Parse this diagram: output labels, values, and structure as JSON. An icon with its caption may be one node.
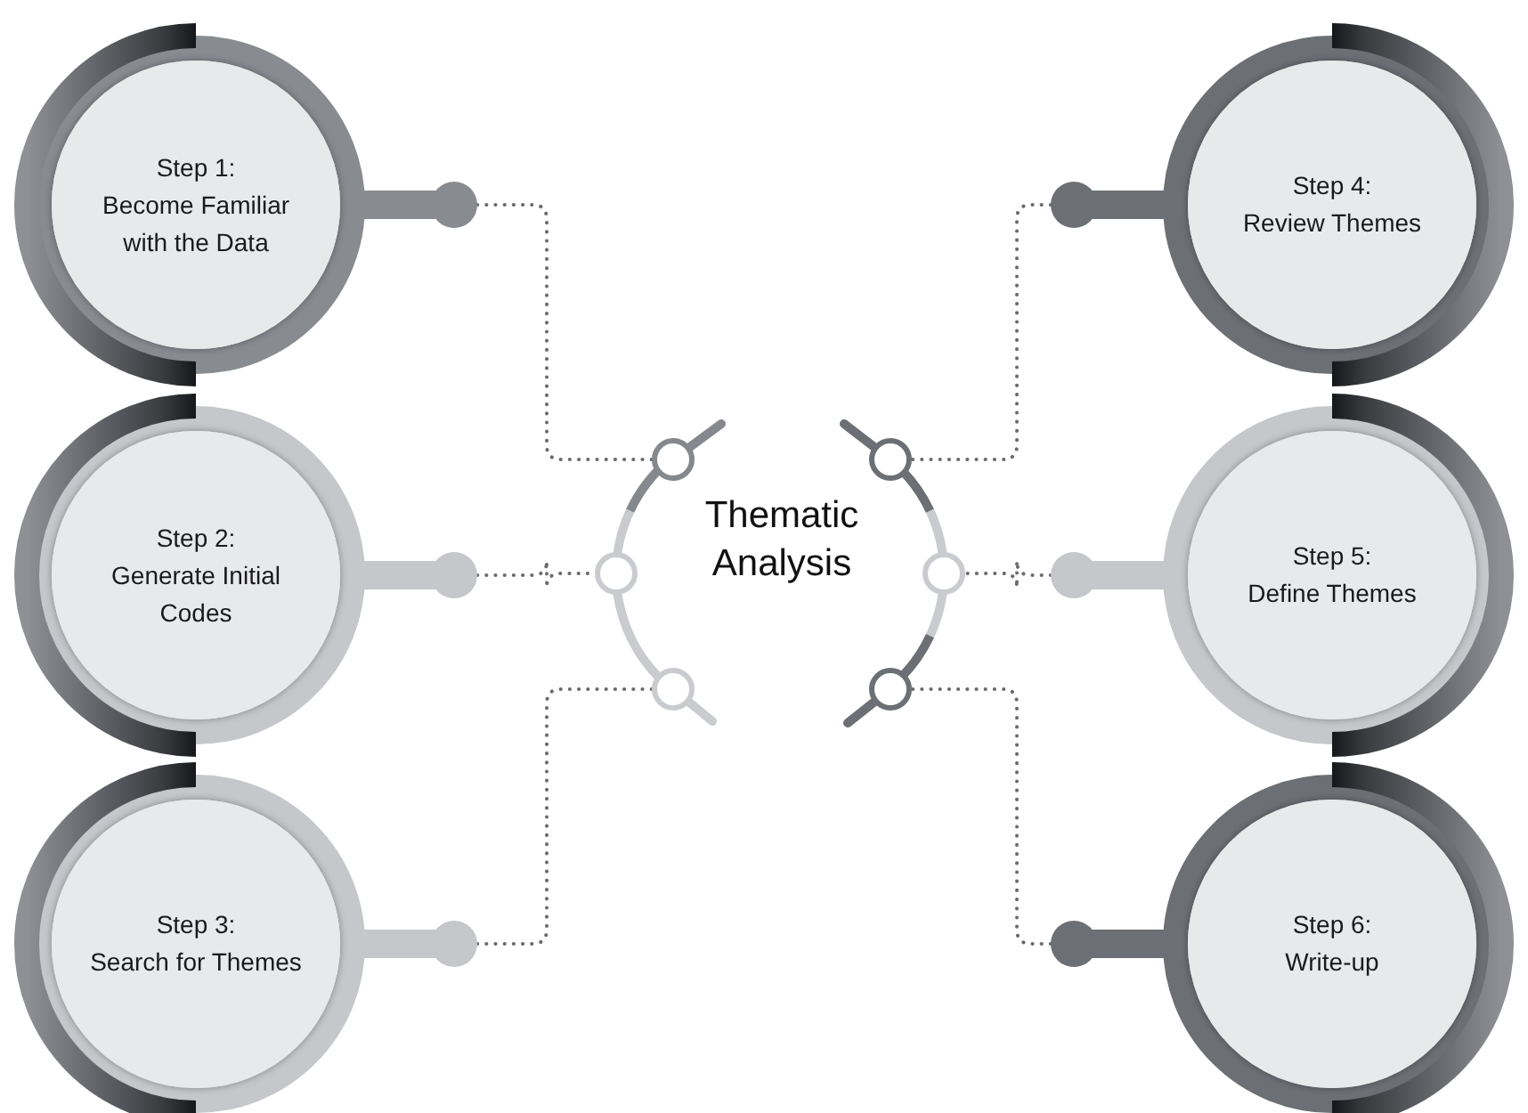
{
  "diagram": {
    "nodes": [
      {
        "text": [
          "Thematic Analysis"
        ]
      },
      {
        "text": [
          "Step 1:",
          "Become Familiar with the Data"
        ]
      },
      {
        "text": [
          "Step 2:",
          "Generate Initial Codes"
        ]
      },
      {
        "text": [
          "Step 3:",
          "Search for Themes"
        ]
      },
      {
        "text": [
          "Step 4:",
          "Review Themes"
        ]
      },
      {
        "text": [
          "Step 5:",
          "Define Themes"
        ]
      },
      {
        "text": [
          "Step 6:",
          "Write-up"
        ]
      },
      {
        "text": [],
        "shape": "circle"
      },
      {
        "text": [],
        "shape": "circle"
      },
      {
        "text": [],
        "shape": "circle"
      },
      {
        "text": [],
        "shape": "circle"
      },
      {
        "text": [],
        "shape": "circle"
      },
      {
        "text": [],
        "shape": "circle"
      }
    ],
    "edges": [
      {
        "from": 1,
        "to": 7,
        "arrow": "none"
      },
      {
        "from": 2,
        "to": 8,
        "arrow": "none"
      },
      {
        "from": 3,
        "to": 9,
        "arrow": "none"
      },
      {
        "from": 4,
        "to": 10,
        "arrow": "none"
      },
      {
        "from": 5,
        "to": 11,
        "arrow": "none"
      },
      {
        "from": 6,
        "to": 12,
        "arrow": "none"
      }
    ]
  }
}
